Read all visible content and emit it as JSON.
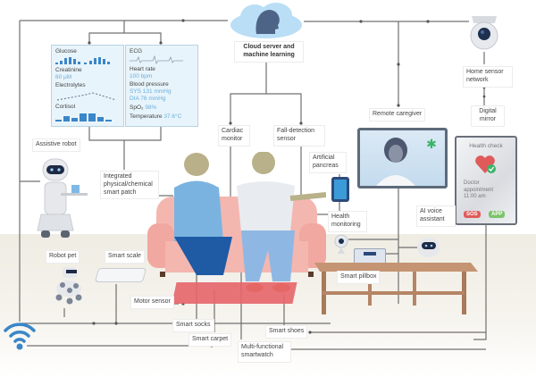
{
  "labels": {
    "cloud": "Cloud server and machine learning",
    "home_sensor": "Home sensor network",
    "remote_caregiver": "Remote caregiver",
    "digital_mirror": "Digital mirror",
    "assistive_robot": "Assistive robot",
    "smart_patch": "Integrated physical/chemical smart patch",
    "cardiac_monitor": "Cardiac monitor",
    "fall_detection": "Fall-detection sensor",
    "artificial_pancreas": "Artificial pancreas",
    "health_monitoring": "Health monitoring",
    "ai_voice": "AI voice assistant",
    "smart_pillbox": "Smart pillbox",
    "robot_pet": "Robot pet",
    "smart_scale": "Smart scale",
    "motor_sensor": "Motor sensor",
    "smart_socks": "Smart socks",
    "smart_carpet": "Smart carpet",
    "smart_shoes": "Smart shoes",
    "smartwatch": "Multi-functional smartwatch"
  },
  "chemical_panel": {
    "glucose": "Glucose",
    "creatinine": "Creatinine",
    "creatinine_value": "60 μM",
    "electrolytes": "Electrolytes",
    "cortisol": "Cortisol"
  },
  "vitals_panel": {
    "ecg": "ECG",
    "heart_rate": "Heart rate",
    "heart_rate_value": "100 bpm",
    "blood_pressure": "Blood pressure",
    "sys": "SYS 131 mmHg",
    "dia": "DIA 76 mmHg",
    "spo2": "SpO₂",
    "spo2_value": "98%",
    "temperature": "Temperature",
    "temperature_value": "37.6°C"
  },
  "mirror": {
    "title": "Health check",
    "appointment": "Doctor appointment 11:00 am",
    "sos": "SOS",
    "app": "APP"
  },
  "colors": {
    "wire": "#707070",
    "panel_bg": "#e8f4fb",
    "accent_blue": "#3a86c8",
    "sos_red": "#e05a5a",
    "app_green": "#7cc36a",
    "sofa": "#f3b7b0"
  }
}
